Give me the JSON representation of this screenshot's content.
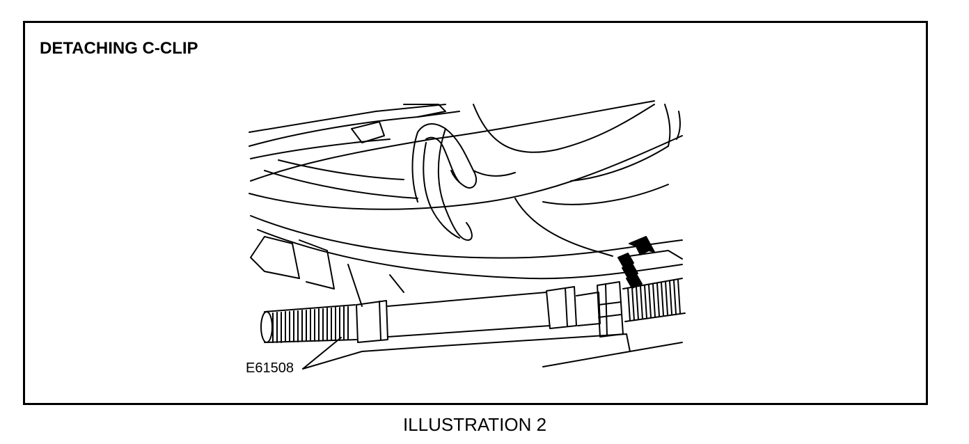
{
  "figure": {
    "heading": "DETACHING C-CLIP",
    "figure_id": "E61508",
    "caption": "ILLUSTRATION 2"
  }
}
